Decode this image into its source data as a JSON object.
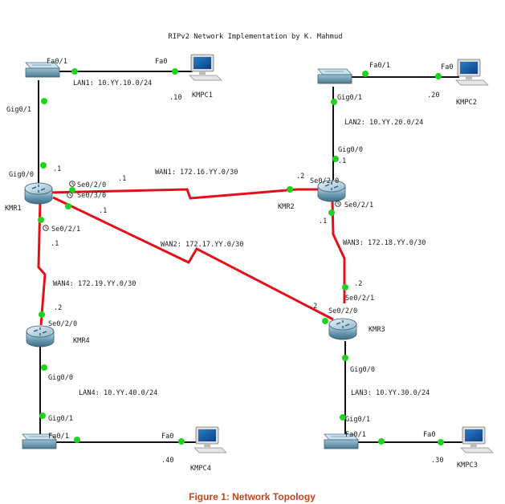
{
  "title": "RIPv2 Network Implementation by K. Mahmud",
  "caption": "Figure 1: Network Topology",
  "colors": {
    "wan_link": "#e3101a",
    "lan_link": "#111111",
    "link_up": "#1fd21f",
    "caption": "#c0451c"
  },
  "icons": {
    "router": "router-icon",
    "switch": "switch-icon",
    "pc": "pc-icon",
    "clock": "clock-icon"
  },
  "devices": {
    "kmr1": "KMR1",
    "kmr2": "KMR2",
    "kmr3": "KMR3",
    "kmr4": "KMR4",
    "kmpc1": "KMPC1",
    "kmpc2": "KMPC2",
    "kmpc3": "KMPC3",
    "kmpc4": "KMPC4"
  },
  "networks": {
    "lan1": "LAN1: 10.YY.10.0/24",
    "lan2": "LAN2: 10.YY.20.0/24",
    "lan3": "LAN3: 10.YY.30.0/24",
    "lan4": "LAN4: 10.YY.40.0/24",
    "wan1": "WAN1: 172.16.YY.0/30",
    "wan2": "WAN2: 172.17.YY.0/30",
    "wan3": "WAN3: 172.18.YY.0/30",
    "wan4": "WAN4: 172.19.YY.0/30"
  },
  "interfaces": {
    "sw1_fa01": "Fa0/1",
    "pc1_fa0": "Fa0",
    "sw1_gig01": "Gig0/1",
    "kmr1_gig00": "Gig0/0",
    "kmr1_se020": "Se0/2/0",
    "kmr1_se030": "Se0/3/0",
    "kmr1_se021": "Se0/2/1",
    "sw2_fa01": "Fa0/1",
    "pc2_fa0": "Fa0",
    "sw2_gig01": "Gig0/1",
    "kmr2_gig00": "Gig0/0",
    "kmr2_se020": "Se0/2/0",
    "kmr2_se021": "Se0/2/1",
    "kmr3_se021": "Se0/2/1",
    "kmr3_se020": "Se0/2/0",
    "kmr3_gig00": "Gig0/0",
    "sw3_gig01": "Gig0/1",
    "sw3_fa01": "Fa0/1",
    "pc3_fa0": "Fa0",
    "kmr4_se020": "Se0/2/0",
    "kmr4_gig00": "Gig0/0",
    "sw4_gig01": "Gig0/1",
    "sw4_fa01": "Fa0/1",
    "pc4_fa0": "Fa0"
  },
  "hosts": {
    "pc1": ".10",
    "pc2": ".20",
    "pc3": ".30",
    "pc4": ".40",
    "kmr1_lan": ".1",
    "kmr1_wan1": ".1",
    "kmr1_wan2": ".1",
    "kmr1_wan4": ".1",
    "kmr2_lan": ".1",
    "kmr2_wan1": ".2",
    "kmr2_wan3": ".1",
    "kmr3_wan3": ".2",
    "kmr3_wan2": ".2",
    "kmr4_wan4": ".2"
  }
}
